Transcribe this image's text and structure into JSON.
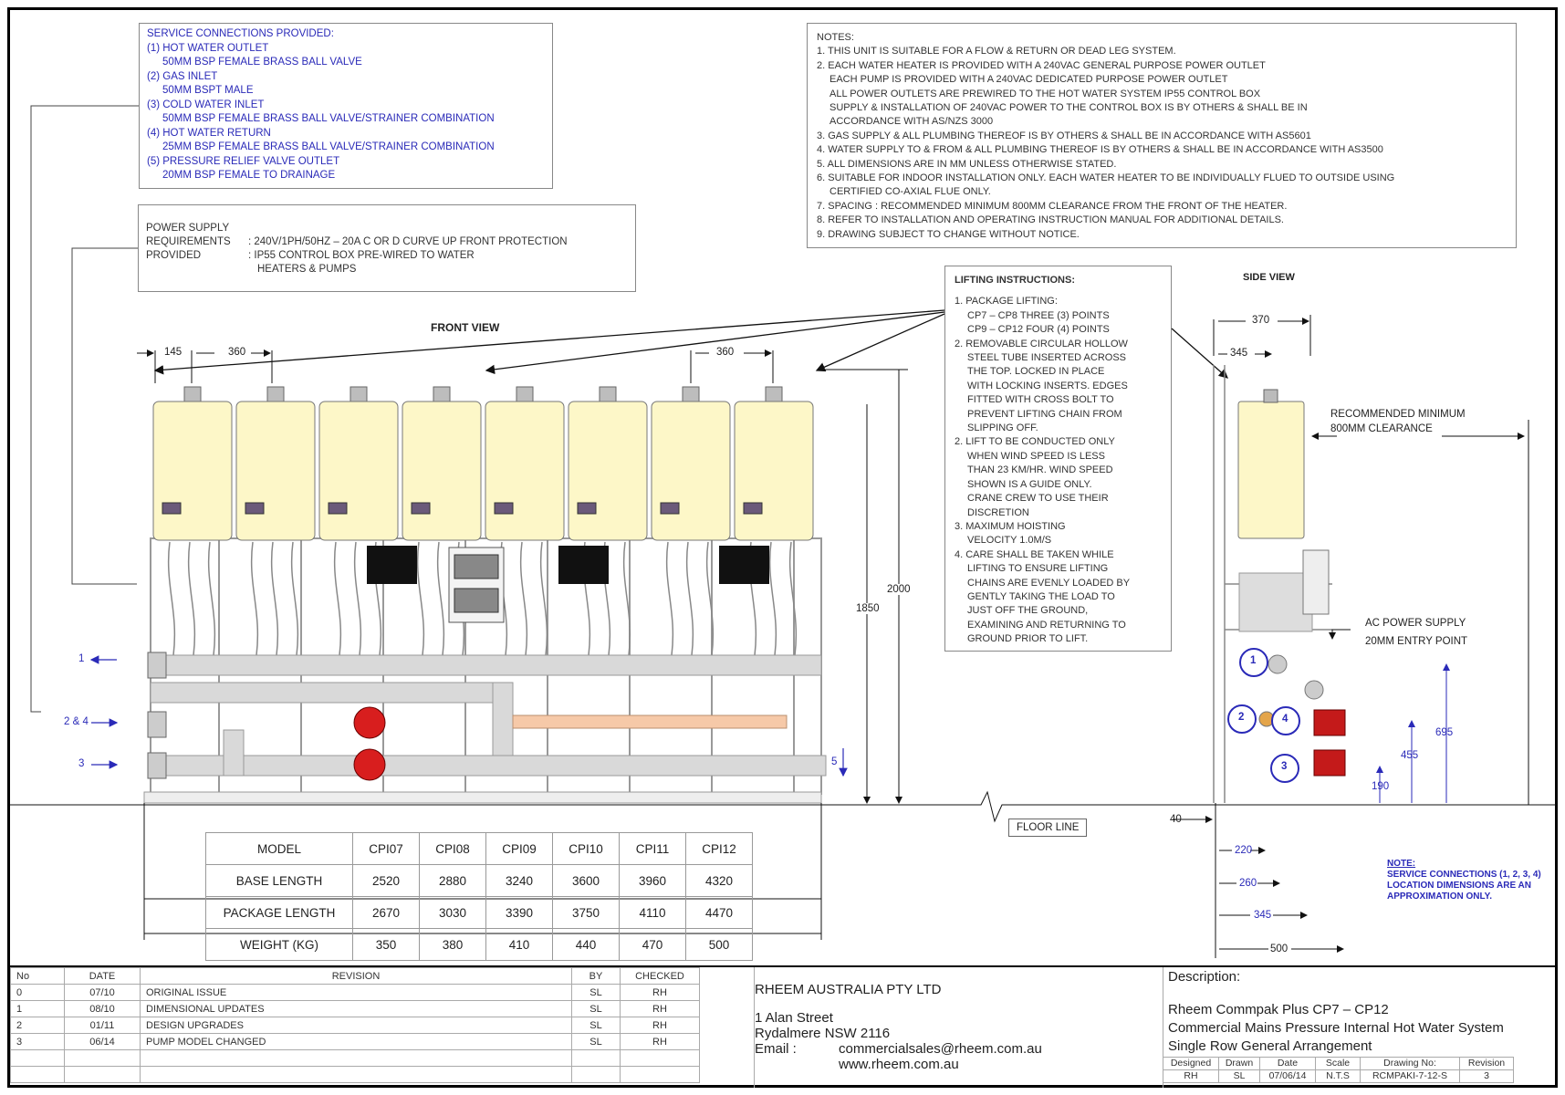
{
  "service_connections": {
    "title": "SERVICE CONNECTIONS PROVIDED:",
    "items": [
      {
        "label": "(1) HOT WATER OUTLET",
        "detail": "50MM BSP FEMALE BRASS BALL VALVE"
      },
      {
        "label": "(2) GAS INLET",
        "detail": "50MM BSPT MALE"
      },
      {
        "label": "(3) COLD WATER INLET",
        "detail": "50MM BSP FEMALE BRASS BALL VALVE/STRAINER COMBINATION"
      },
      {
        "label": "(4) HOT WATER RETURN",
        "detail": "25MM BSP FEMALE BRASS BALL VALVE/STRAINER COMBINATION"
      },
      {
        "label": "(5) PRESSURE RELIEF VALVE OUTLET",
        "detail": "20MM BSP FEMALE TO DRAINAGE"
      }
    ]
  },
  "power_supply": {
    "title": "POWER SUPPLY",
    "req_key": "REQUIREMENTS",
    "req_val": ": 240V/1PH/50HZ – 20A C OR D CURVE UP FRONT PROTECTION",
    "prov_key": "PROVIDED",
    "prov_val": ": IP55 CONTROL BOX PRE-WIRED TO WATER",
    "prov_val2": "HEATERS & PUMPS"
  },
  "notes": {
    "title": "NOTES:",
    "lines": [
      "1. THIS UNIT IS SUITABLE FOR A FLOW & RETURN OR DEAD LEG SYSTEM.",
      "2. EACH WATER HEATER IS PROVIDED WITH A 240VAC GENERAL PURPOSE POWER OUTLET",
      "EACH PUMP IS PROVIDED WITH A 240VAC DEDICATED PURPOSE POWER OUTLET",
      "ALL POWER OUTLETS ARE PREWIRED TO THE HOT WATER SYSTEM IP55 CONTROL BOX",
      "SUPPLY & INSTALLATION OF 240VAC POWER TO THE CONTROL BOX IS BY OTHERS & SHALL BE IN",
      "ACCORDANCE WITH AS/NZS 3000",
      "3. GAS SUPPLY & ALL PLUMBING THEREOF IS BY OTHERS & SHALL BE IN ACCORDANCE WITH AS5601",
      "4. WATER SUPPLY TO & FROM & ALL PLUMBING THEREOF IS BY OTHERS & SHALL BE IN ACCORDANCE WITH AS3500",
      "5. ALL DIMENSIONS ARE IN MM UNLESS OTHERWISE STATED.",
      "6. SUITABLE FOR INDOOR INSTALLATION ONLY. EACH WATER HEATER TO BE INDIVIDUALLY FLUED TO OUTSIDE USING",
      "CERTIFIED CO-AXIAL FLUE ONLY.",
      "7. SPACING :    RECOMMENDED MINIMUM 800MM CLEARANCE FROM THE FRONT OF THE HEATER.",
      "8. REFER TO INSTALLATION AND OPERATING INSTRUCTION MANUAL FOR ADDITIONAL DETAILS.",
      "9. DRAWING SUBJECT TO CHANGE WITHOUT NOTICE."
    ]
  },
  "lifting": {
    "title": "LIFTING INSTRUCTIONS:",
    "lines": [
      "1. PACKAGE LIFTING:",
      "CP7 – CP8 THREE (3) POINTS",
      "CP9 – CP12 FOUR (4) POINTS",
      "2. REMOVABLE CIRCULAR HOLLOW",
      "STEEL TUBE INSERTED ACROSS",
      "THE TOP. LOCKED IN PLACE",
      "WITH LOCKING INSERTS. EDGES",
      "FITTED WITH CROSS BOLT TO",
      "PREVENT LIFTING CHAIN FROM",
      "SLIPPING OFF.",
      "2. LIFT TO BE CONDUCTED ONLY",
      "WHEN WIND SPEED IS LESS",
      "THAN 23 KM/HR. WIND SPEED",
      "SHOWN IS A GUIDE ONLY.",
      "CRANE CREW TO USE THEIR",
      "DISCRETION",
      "3. MAXIMUM HOISTING",
      "VELOCITY 1.0M/S",
      "4. CARE SHALL BE TAKEN WHILE",
      "LIFTING TO ENSURE LIFTING",
      "CHAINS ARE EVENLY LOADED BY",
      "GENTLY TAKING THE LOAD TO",
      "JUST OFF THE GROUND,",
      "EXAMINING AND RETURNING TO",
      "GROUND PRIOR TO LIFT."
    ],
    "indented": [
      1,
      2,
      4,
      5,
      6,
      7,
      8,
      9,
      11,
      12,
      13,
      14,
      15,
      17,
      19,
      20,
      21,
      22,
      23,
      24
    ]
  },
  "views": {
    "front": "FRONT VIEW",
    "side": "SIDE VIEW",
    "floor": "FLOOR LINE"
  },
  "front_dims": {
    "d145": "145",
    "d360a": "360",
    "d360b": "360",
    "d1850": "1850",
    "d2000": "2000",
    "c1": "1",
    "c24": "2 & 4",
    "c3": "3",
    "c5": "5"
  },
  "side_dims": {
    "d370": "370",
    "d345a": "345",
    "clear1": "RECOMMENDED MINIMUM",
    "clear2": "800MM CLEARANCE",
    "ac1": "AC POWER SUPPLY",
    "ac2": "20MM ENTRY POINT",
    "d695": "695",
    "d455": "455",
    "d190": "190",
    "d40": "40",
    "d220": "220",
    "d260": "260",
    "d345b": "345",
    "d500": "500",
    "n1": "1",
    "n2": "2",
    "n3": "3",
    "n4": "4"
  },
  "side_note": {
    "title": "NOTE:",
    "l1": "SERVICE CONNECTIONS (1, 2, 3, 4)",
    "l2": "LOCATION DIMENSIONS ARE AN",
    "l3": "APPROXIMATION ONLY."
  },
  "spec_table": {
    "header": [
      "MODEL",
      "CPI07",
      "CPI08",
      "CPI09",
      "CPI10",
      "CPI11",
      "CPI12"
    ],
    "rows": [
      [
        "BASE LENGTH",
        "2520",
        "2880",
        "3240",
        "3600",
        "3960",
        "4320"
      ],
      [
        "PACKAGE LENGTH",
        "2670",
        "3030",
        "3390",
        "3750",
        "4110",
        "4470"
      ],
      [
        "WEIGHT (KG)",
        "350",
        "380",
        "410",
        "440",
        "470",
        "500"
      ]
    ]
  },
  "revisions": {
    "header": [
      "No",
      "DATE",
      "REVISION",
      "BY",
      "CHECKED"
    ],
    "rows": [
      [
        "0",
        "07/10",
        "ORIGINAL ISSUE",
        "SL",
        "RH"
      ],
      [
        "1",
        "08/10",
        "DIMENSIONAL UPDATES",
        "SL",
        "RH"
      ],
      [
        "2",
        "01/11",
        "DESIGN UPGRADES",
        "SL",
        "RH"
      ],
      [
        "3",
        "06/14",
        "PUMP MODEL CHANGED",
        "SL",
        "RH"
      ]
    ]
  },
  "company": {
    "name": "RHEEM AUSTRALIA PTY LTD",
    "addr1": "1 Alan Street",
    "addr2": "Rydalmere NSW 2116",
    "email_label": "Email :",
    "email": "commercialsales@rheem.com.au",
    "web": "www.rheem.com.au"
  },
  "description": {
    "label": "Description:",
    "l1": "Rheem Commpak Plus CP7 – CP12",
    "l2": "Commercial Mains Pressure Internal Hot Water System",
    "l3": "Single Row General Arrangement"
  },
  "meta": {
    "header": [
      "Designed",
      "Drawn",
      "Date",
      "Scale",
      "Drawing No:",
      "Revision"
    ],
    "values": [
      "RH",
      "SL",
      "07/06/14",
      "N.T.S",
      "RCMPAKI-7-12-S",
      "3"
    ]
  },
  "colors": {
    "heater": "#fdf7c8",
    "pipe": "#d9d9d9",
    "pump": "#d81e1e",
    "box": "#111111",
    "blue": "#2a2ab8",
    "hotpipe": "#f6c9a8"
  }
}
